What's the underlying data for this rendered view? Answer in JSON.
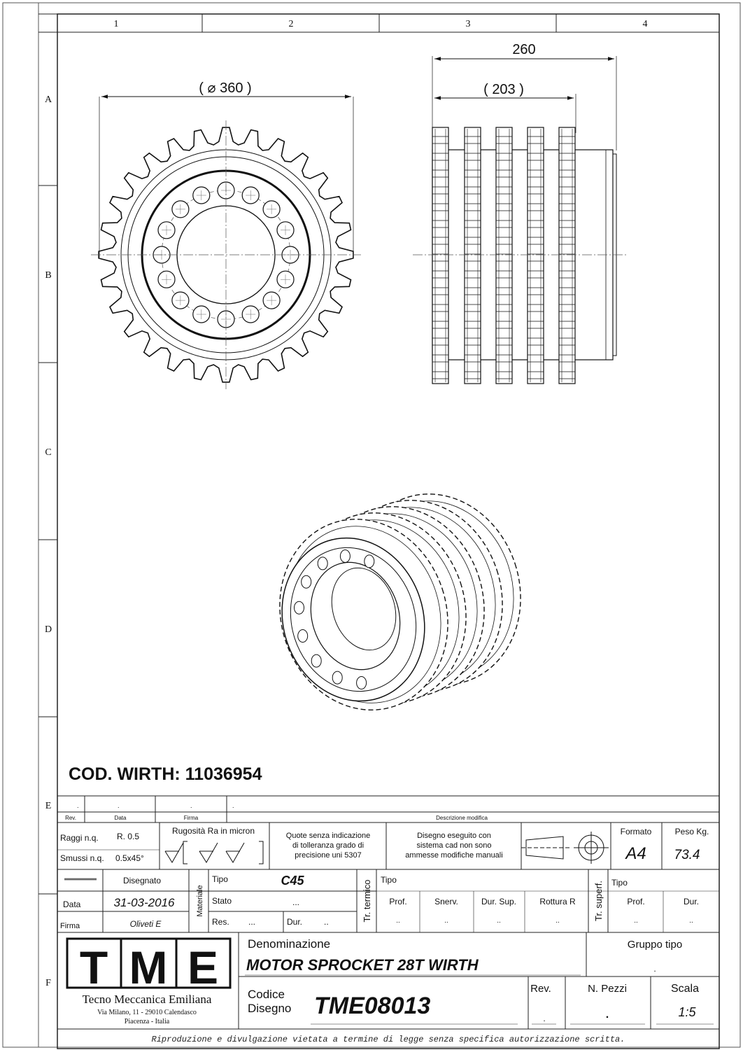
{
  "columns": [
    "1",
    "2",
    "3",
    "4"
  ],
  "rows": [
    "A",
    "B",
    "C",
    "D",
    "E",
    "F"
  ],
  "dimensions": {
    "diameter": "360",
    "overall_length": "260",
    "teeth_span": "203"
  },
  "cod_wirth": "COD. WIRTH: 11036954",
  "revision_table": {
    "placeholders": [
      ".",
      ".",
      ".",
      "."
    ],
    "headers": [
      "Rev.",
      "Data",
      "Firma",
      "Descrizione modifica"
    ]
  },
  "specs": {
    "raggi_label": "Raggi n.q.",
    "raggi_value": "R. 0.5",
    "smussi_label": "Smussi n.q.",
    "smussi_value": "0.5x45°",
    "rugosita_label": "Rugosità Ra in micron",
    "quote_note": [
      "Quote senza indicazione",
      "di tolleranza grado di",
      "precisione uni 5307"
    ],
    "cad_note": [
      "Disegno eseguito con",
      "sistema cad non sono",
      "ammesse modifiche manuali"
    ],
    "formato_label": "Formato",
    "formato_value": "A4",
    "peso_label": "Peso Kg.",
    "peso_value": "73.4"
  },
  "drawn": {
    "disegnato_label": "Disegnato",
    "data_label": "Data",
    "data_value": "31-03-2016",
    "firma_label": "Firma",
    "firma_value": "Oliveti E"
  },
  "material": {
    "vertical_label": "Materiale",
    "tipo_label": "Tipo",
    "tipo_value": "C45",
    "stato_label": "Stato",
    "stato_value": "...",
    "res_label": "Res.",
    "res_value": "...",
    "dur_label": "Dur.",
    "dur_value": ".."
  },
  "thermal": {
    "vertical_label": "Tr. termico",
    "tipo_label": "Tipo",
    "headers": [
      "Prof.",
      "Snerv.",
      "Dur. Sup.",
      "Rottura R"
    ],
    "values": [
      "..",
      "..",
      "..",
      ".."
    ]
  },
  "surface": {
    "vertical_label": "Tr. superf.",
    "tipo_label": "Tipo",
    "headers": [
      "Prof.",
      "Dur."
    ],
    "values": [
      "..",
      ".."
    ]
  },
  "company": {
    "logo_letters": [
      "T",
      "M",
      "E"
    ],
    "name": "Tecno Meccanica Emiliana",
    "address": "Via Milano, 11 - 29010 Calendasco",
    "city": "Piacenza - Italia"
  },
  "title_block": {
    "denominazione_label": "Denominazione",
    "denominazione_value": "MOTOR SPROCKET 28T WIRTH",
    "gruppo_label": "Gruppo tipo",
    "gruppo_value": ".",
    "codice_label_1": "Codice",
    "codice_label_2": "Disegno",
    "codice_value": "TME08013",
    "rev_label": "Rev.",
    "rev_value": ".",
    "pezzi_label": "N. Pezzi",
    "pezzi_value": ".",
    "scala_label": "Scala",
    "scala_value": "1:5"
  },
  "footer_note": "Riproduzione e divulgazione vietata a termine di legge senza specifica autorizzazione scritta."
}
